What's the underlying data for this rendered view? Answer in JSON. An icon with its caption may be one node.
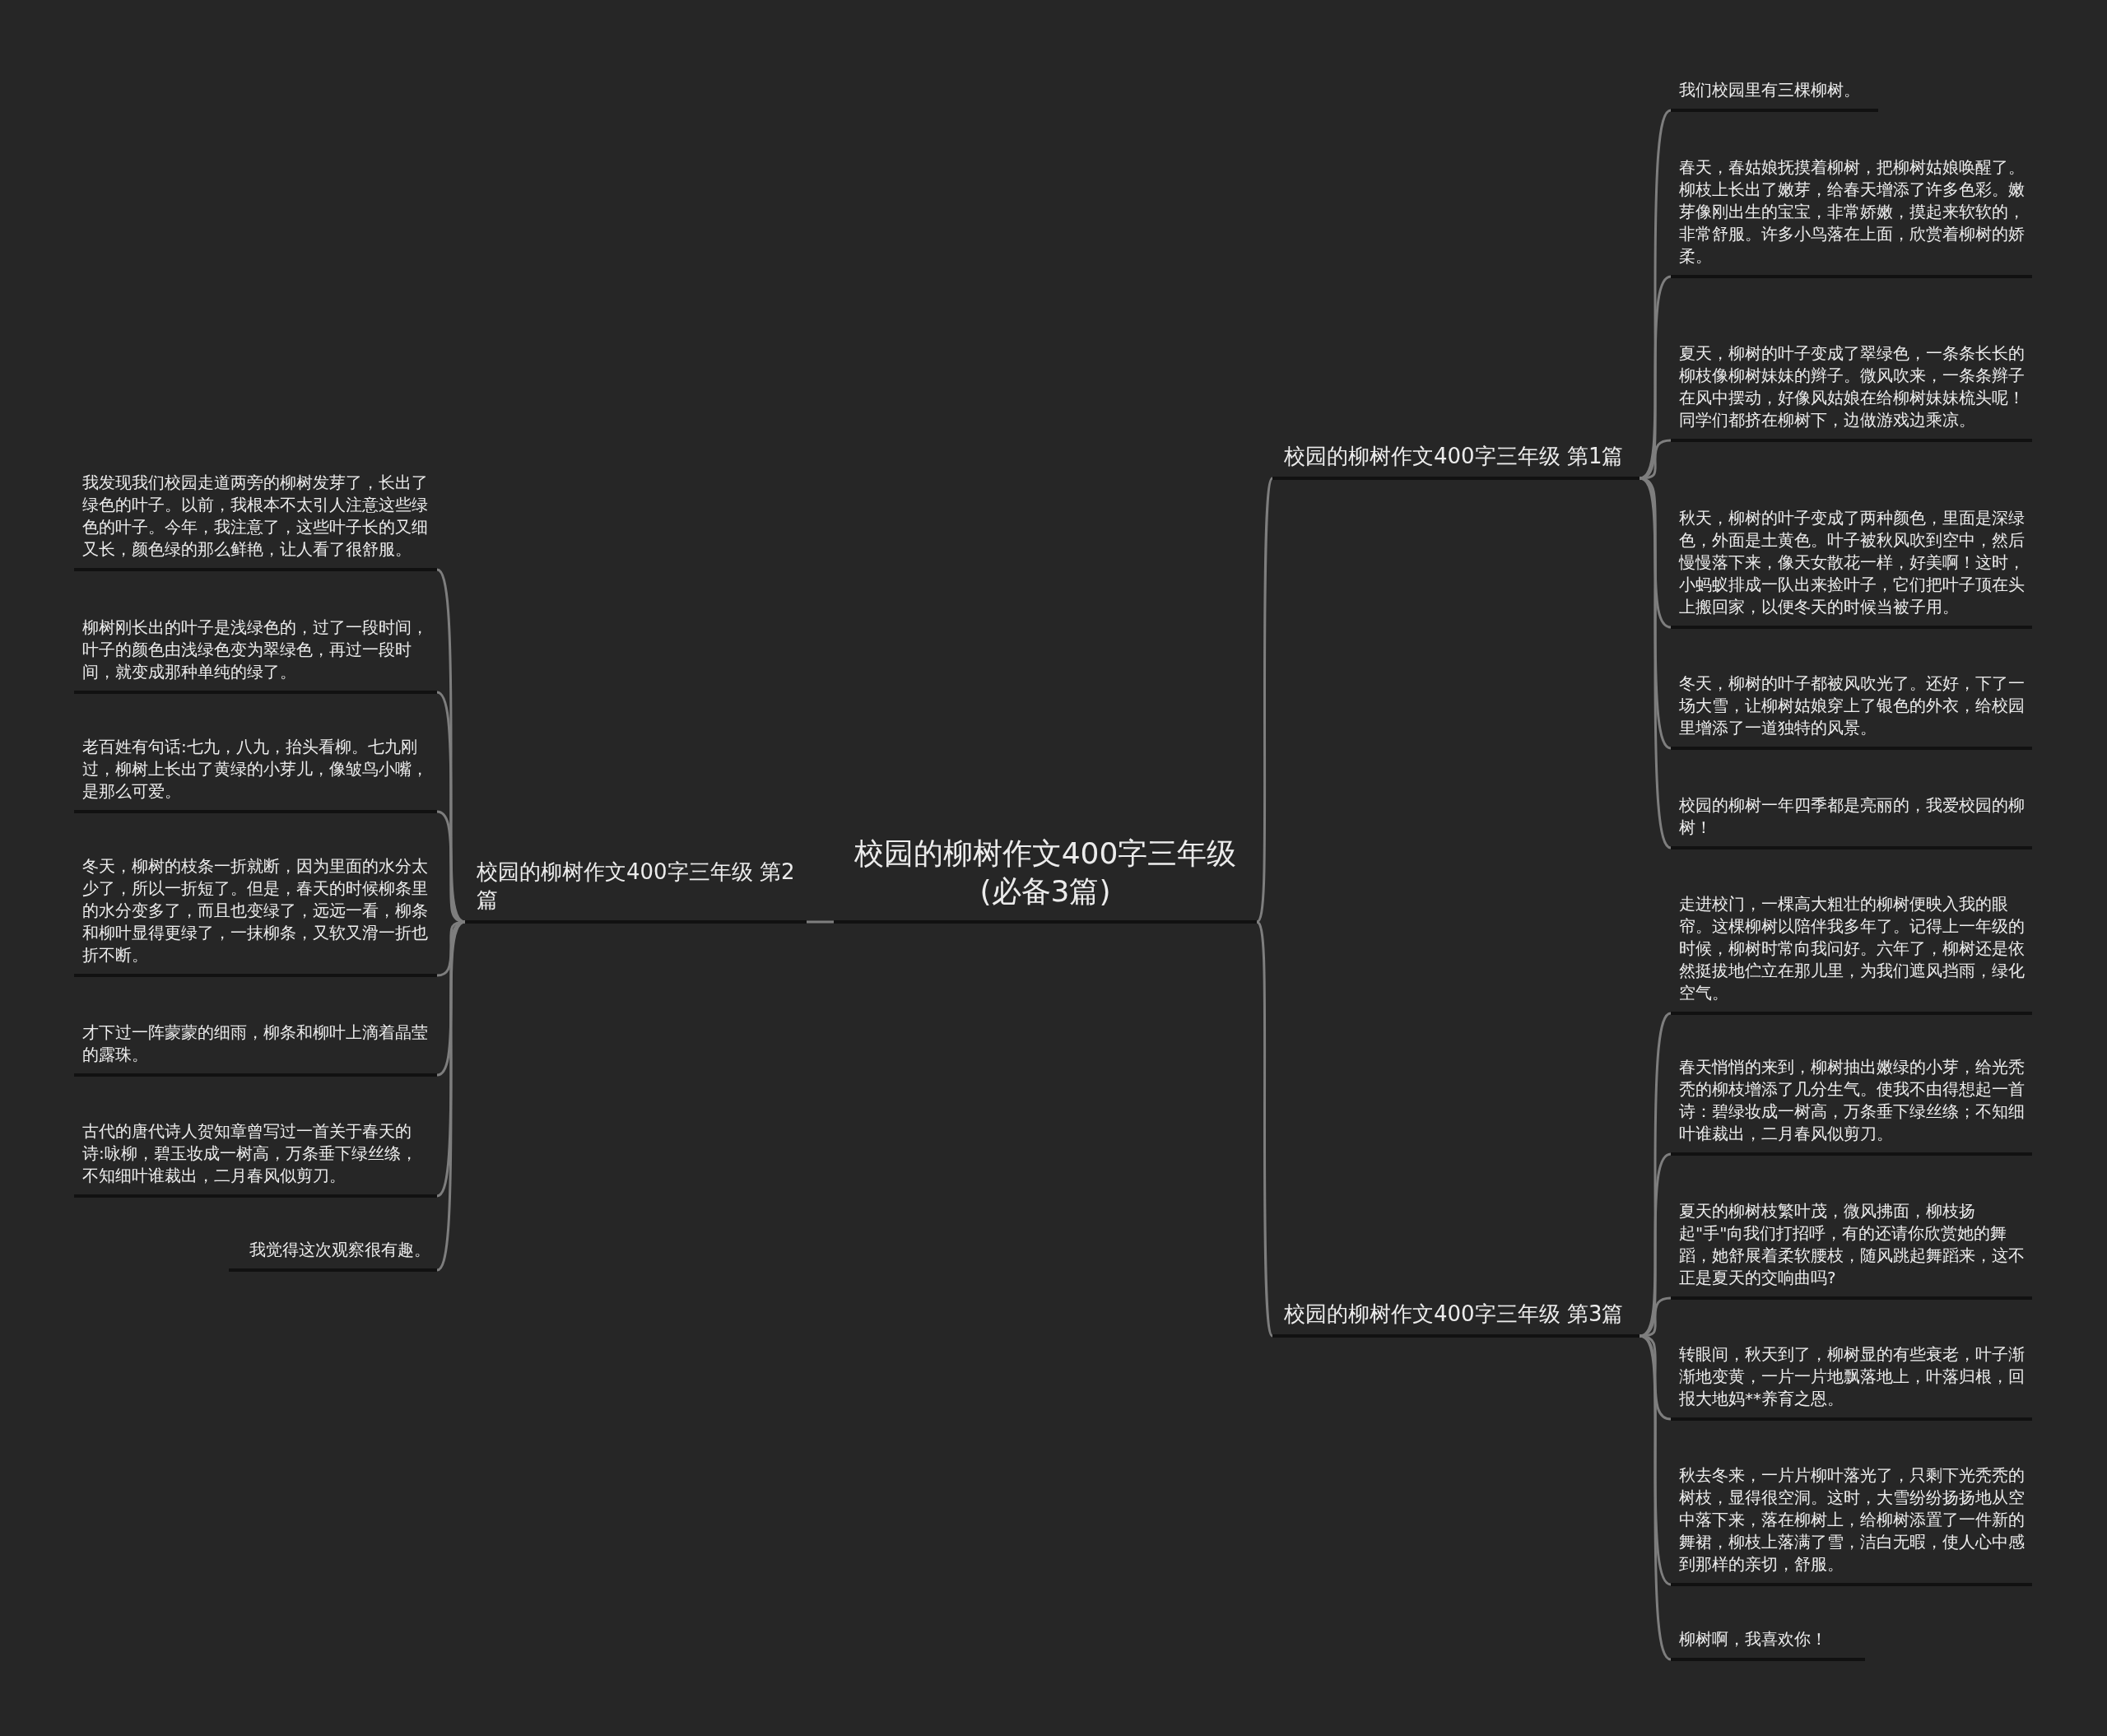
{
  "diagram": {
    "nodes": [
      {
        "text": [
          "校园的柳树作文400字三年级(必备3篇)"
        ]
      },
      {
        "text": [
          "校园的柳树作文400字三年级 第1篇"
        ]
      },
      {
        "text": [
          "我们校园里有三棵柳树。"
        ]
      },
      {
        "text": [
          "春天，春姑娘抚摸着柳树，把柳树姑娘唤醒了。柳枝上长出了嫩芽，给春天增添了许多色彩。嫩芽像刚出生的宝宝，非常娇嫩，摸起来软软的，非常舒服。许多小鸟落在上面，欣赏着柳树的娇柔。"
        ]
      },
      {
        "text": [
          "夏天，柳树的叶子变成了翠绿色，一条条长长的柳枝像柳树妹妹的辫子。微风吹来，一条条辫子在风中摆动，好像风姑娘在给柳树妹妹梳头呢！同学们都挤在柳树下，边做游戏边乘凉。"
        ]
      },
      {
        "text": [
          "秋天，柳树的叶子变成了两种颜色，里面是深绿色，外面是土黄色。叶子被秋风吹到空中，然后慢慢落下来，像天女散花一样，好美啊！这时，小蚂蚁排成一队出来捡叶子，它们把叶子顶在头上搬回家，以便冬天的时候当被子用。"
        ]
      },
      {
        "text": [
          "冬天，柳树的叶子都被风吹光了。还好，下了一场大雪，让柳树姑娘穿上了银色的外衣，给校园里增添了一道独特的风景。"
        ]
      },
      {
        "text": [
          "校园的柳树一年四季都是亮丽的，我爱校园的柳树！"
        ]
      },
      {
        "text": [
          "校园的柳树作文400字三年级 第3篇"
        ]
      },
      {
        "text": [
          "走进校门，一棵高大粗壮的柳树便映入我的眼帘。这棵柳树以陪伴我多年了。记得上一年级的时候，柳树时常向我问好。六年了，柳树还是依然挺拔地伫立在那儿里，为我们遮风挡雨，绿化空气。"
        ]
      },
      {
        "text": [
          "春天悄悄的来到，柳树抽出嫩绿的小芽，给光秃秃的柳枝增添了几分生气。使我不由得想起一首诗：碧绿妆成一树高，万条垂下绿丝绦；不知细叶谁裁出，二月春风似剪刀。"
        ]
      },
      {
        "text": [
          "夏天的柳树枝繁叶茂，微风拂面，柳枝扬起\"手\"向我们打招呼，有的还请你欣赏她的舞蹈，她舒展着柔软腰枝，随风跳起舞蹈来，这不正是夏天的交响曲吗?"
        ]
      },
      {
        "text": [
          "转眼间，秋天到了，柳树显的有些衰老，叶子渐渐地变黄，一片一片地飘落地上，叶落归根，回报大地妈**养育之恩。"
        ]
      },
      {
        "text": [
          "秋去冬来，一片片柳叶落光了，只剩下光秃秃的树枝，显得很空洞。这时，大雪纷纷扬扬地从空中落下来，落在柳树上，给柳树添置了一件新的舞裙，柳枝上落满了雪，洁白无暇，使人心中感到那样的亲切，舒服。"
        ]
      },
      {
        "text": [
          "柳树啊，我喜欢你！"
        ]
      },
      {
        "text": [
          "校园的柳树作文400字三年级 第2篇"
        ]
      },
      {
        "text": [
          "我发现我们校园走道两旁的柳树发芽了，长出了绿色的叶子。以前，我根本不太引人注意这些绿色的叶子。今年，我注意了，这些叶子长的又细又长，颜色绿的那么鲜艳，让人看了很舒服。"
        ]
      },
      {
        "text": [
          "柳树刚长出的叶子是浅绿色的，过了一段时间，叶子的颜色由浅绿色变为翠绿色，再过一段时间，就变成那种单纯的绿了。"
        ]
      },
      {
        "text": [
          "老百姓有句话:七九，八九，抬头看柳。七九刚过，柳树上长出了黄绿的小芽儿，像皱鸟小嘴，是那么可爱。"
        ]
      },
      {
        "text": [
          "冬天，柳树的枝条一折就断，因为里面的水分太少了，所以一折短了。但是，春天的时候柳条里的水分变多了，而且也变绿了，远远一看，柳条和柳叶显得更绿了，一抹柳条，又软又滑一折也折不断。"
        ]
      },
      {
        "text": [
          "才下过一阵蒙蒙的细雨，柳条和柳叶上滴着晶莹的露珠。"
        ]
      },
      {
        "text": [
          "古代的唐代诗人贺知章曾写过一首关于春天的诗:咏柳，碧玉妆成一树高，万条垂下绿丝绦，不知细叶谁裁出，二月春风似剪刀。"
        ]
      },
      {
        "text": [
          "我觉得这次观察很有趣。"
        ]
      }
    ],
    "edges": [
      {
        "from": 0,
        "to": 1,
        "arrow": "none"
      },
      {
        "from": 1,
        "to": 2,
        "arrow": "none"
      },
      {
        "from": 1,
        "to": 3,
        "arrow": "none"
      },
      {
        "from": 1,
        "to": 4,
        "arrow": "none"
      },
      {
        "from": 1,
        "to": 5,
        "arrow": "none"
      },
      {
        "from": 1,
        "to": 6,
        "arrow": "none"
      },
      {
        "from": 1,
        "to": 7,
        "arrow": "none"
      },
      {
        "from": 0,
        "to": 8,
        "arrow": "none"
      },
      {
        "from": 8,
        "to": 9,
        "arrow": "none"
      },
      {
        "from": 8,
        "to": 10,
        "arrow": "none"
      },
      {
        "from": 8,
        "to": 11,
        "arrow": "none"
      },
      {
        "from": 8,
        "to": 12,
        "arrow": "none"
      },
      {
        "from": 8,
        "to": 13,
        "arrow": "none"
      },
      {
        "from": 8,
        "to": 14,
        "arrow": "none"
      },
      {
        "from": 0,
        "to": 15,
        "arrow": "none"
      },
      {
        "from": 15,
        "to": 16,
        "arrow": "none"
      },
      {
        "from": 15,
        "to": 17,
        "arrow": "none"
      },
      {
        "from": 15,
        "to": 18,
        "arrow": "none"
      },
      {
        "from": 15,
        "to": 19,
        "arrow": "none"
      },
      {
        "from": 15,
        "to": 20,
        "arrow": "none"
      },
      {
        "from": 15,
        "to": 21,
        "arrow": "none"
      },
      {
        "from": 15,
        "to": 22,
        "arrow": "none"
      }
    ]
  }
}
